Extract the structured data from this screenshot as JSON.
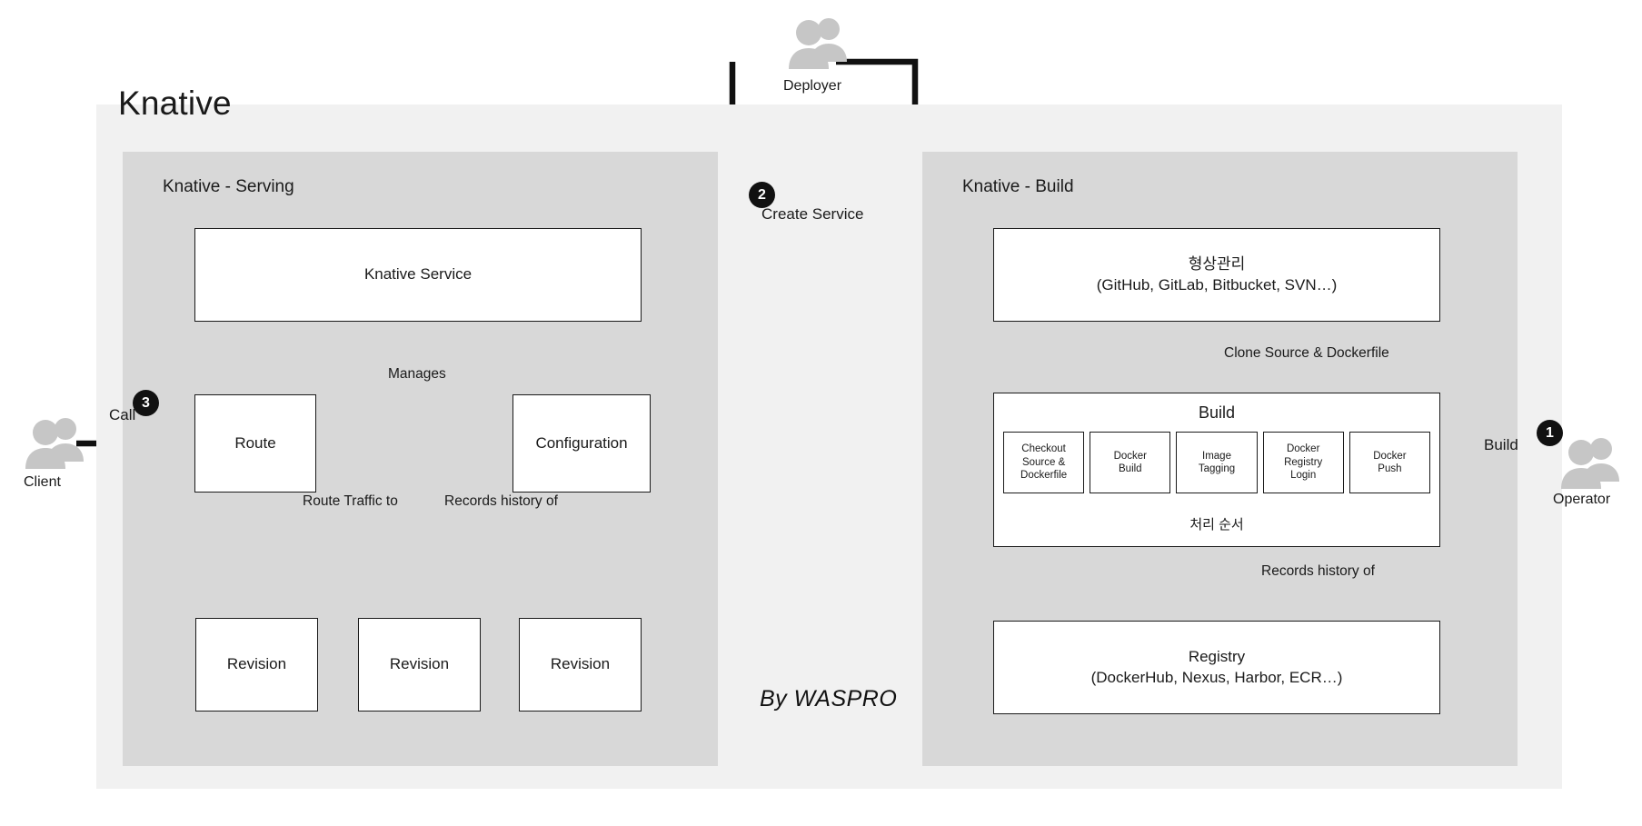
{
  "title": "Knative",
  "wordmark": "By WASPRO",
  "sections": {
    "serving": {
      "title": "Knative - Serving"
    },
    "build": {
      "title": "Knative - Build"
    }
  },
  "serving": {
    "service_box": "Knative Service",
    "route_box": "Route",
    "configuration_box": "Configuration",
    "revisions": [
      "Revision",
      "Revision",
      "Revision"
    ],
    "edges": {
      "manages": "Manages",
      "route_traffic_to": "Route Traffic to",
      "records_history_of": "Records history of"
    }
  },
  "build": {
    "scm_box": "형상관리\n(GitHub, GitLab, Bitbucket, SVN…)",
    "build_box_title": "Build",
    "steps": [
      "Checkout\nSource &\nDockerfile",
      "Docker\nBuild",
      "Image\nTagging",
      "Docker\nRegistry\nLogin",
      "Docker\nPush"
    ],
    "order_label": "처리 순서",
    "registry_box": "Registry\n(DockerHub, Nexus, Harbor, ECR…)",
    "edges": {
      "clone": "Clone Source & Dockerfile",
      "records_history_of": "Records history of"
    }
  },
  "actors": [
    {
      "name": "Deployer",
      "icon": "users-icon"
    },
    {
      "name": "Client",
      "icon": "users-icon"
    },
    {
      "name": "Operator",
      "icon": "users-icon"
    }
  ],
  "steps": [
    {
      "number": "1",
      "label": "Build"
    },
    {
      "number": "2",
      "label": "Create Service"
    },
    {
      "number": "3",
      "label": "Call"
    }
  ],
  "colors": {
    "outer_panel": "#f1f1f1",
    "section_panel": "#d8d8d8",
    "box_fill": "#ffffff",
    "stroke": "#1a1a1a",
    "badge": "#111111",
    "actor": "#c6c6c6"
  }
}
